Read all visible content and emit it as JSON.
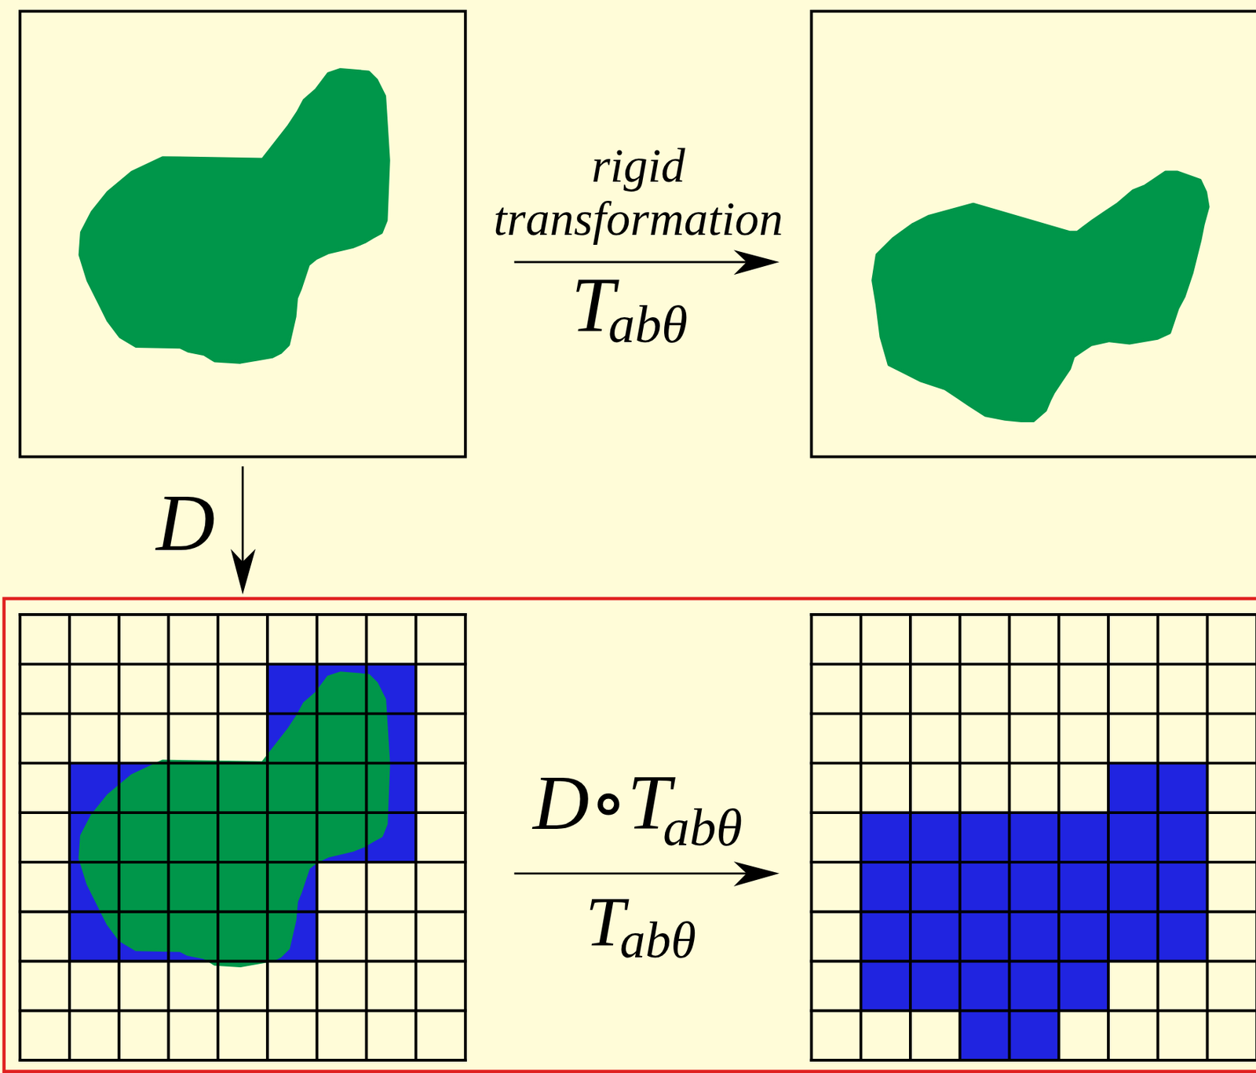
{
  "diagram": {
    "labels": [
      "rigid transformation",
      "T",
      "abθ",
      "D",
      "D∘T",
      "abθ",
      "T",
      "abθ"
    ]
  }
}
